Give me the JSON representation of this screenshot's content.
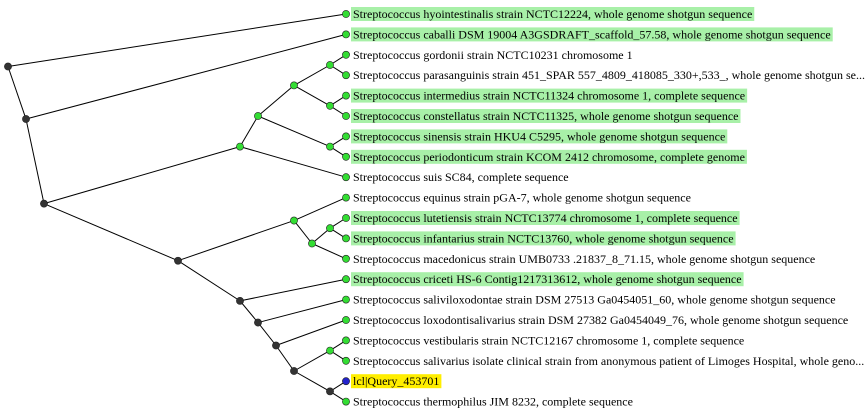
{
  "colors": {
    "edge": "#000000",
    "leaf_node": "#33dd33",
    "internal_node_green": "#33dd33",
    "internal_node_dark": "#333333",
    "query_node": "#2222cc",
    "highlight_green": "#a8f0a8",
    "highlight_query": "#ffee00"
  },
  "tree": {
    "leaves": [
      {
        "label": "Streptococcus hyointestinalis strain NCTC12224, whole genome shotgun sequence",
        "highlight": "green"
      },
      {
        "label": "Streptococcus caballi DSM 19004 A3GSDRAFT_scaffold_57.58, whole genome shotgun sequence",
        "highlight": "green"
      },
      {
        "label": "Streptococcus gordonii strain NCTC10231 chromosome 1",
        "highlight": "none"
      },
      {
        "label": "Streptococcus parasanguinis strain 451_SPAR 557_4809_418085_330+,533_, whole genome shotgun se...",
        "highlight": "none"
      },
      {
        "label": "Streptococcus intermedius strain NCTC11324 chromosome 1, complete sequence",
        "highlight": "green"
      },
      {
        "label": "Streptococcus constellatus strain NCTC11325, whole genome shotgun sequence",
        "highlight": "green"
      },
      {
        "label": "Streptococcus sinensis strain HKU4 C5295, whole genome shotgun sequence",
        "highlight": "green"
      },
      {
        "label": "Streptococcus periodonticum strain KCOM 2412 chromosome, complete genome",
        "highlight": "green"
      },
      {
        "label": "Streptococcus suis SC84, complete sequence",
        "highlight": "none"
      },
      {
        "label": "Streptococcus equinus strain pGA-7, whole genome shotgun sequence",
        "highlight": "none"
      },
      {
        "label": "Streptococcus lutetiensis strain NCTC13774 chromosome 1, complete sequence",
        "highlight": "green"
      },
      {
        "label": "Streptococcus infantarius strain NCTC13760, whole genome shotgun sequence",
        "highlight": "green"
      },
      {
        "label": "Streptococcus macedonicus strain UMB0733 .21837_8_71.15, whole genome shotgun sequence",
        "highlight": "none"
      },
      {
        "label": "Streptococcus criceti HS-6 Contig1217313612, whole genome shotgun sequence",
        "highlight": "green"
      },
      {
        "label": "Streptococcus saliviloxodontae strain DSM 27513 Ga0454051_60, whole genome shotgun sequence",
        "highlight": "none"
      },
      {
        "label": "Streptococcus loxodontisalivarius strain DSM 27382 Ga0454049_76, whole genome shotgun sequence",
        "highlight": "none"
      },
      {
        "label": "Streptococcus vestibularis strain NCTC12167 chromosome 1, complete sequence",
        "highlight": "none"
      },
      {
        "label": "Streptococcus salivarius isolate clinical strain from anonymous patient of Limoges Hospital, whole geno...",
        "highlight": "none"
      },
      {
        "label": "lcl|Query_453701",
        "highlight": "query"
      },
      {
        "label": "Streptococcus thermophilus JIM 8232, complete sequence",
        "highlight": "none"
      }
    ]
  }
}
